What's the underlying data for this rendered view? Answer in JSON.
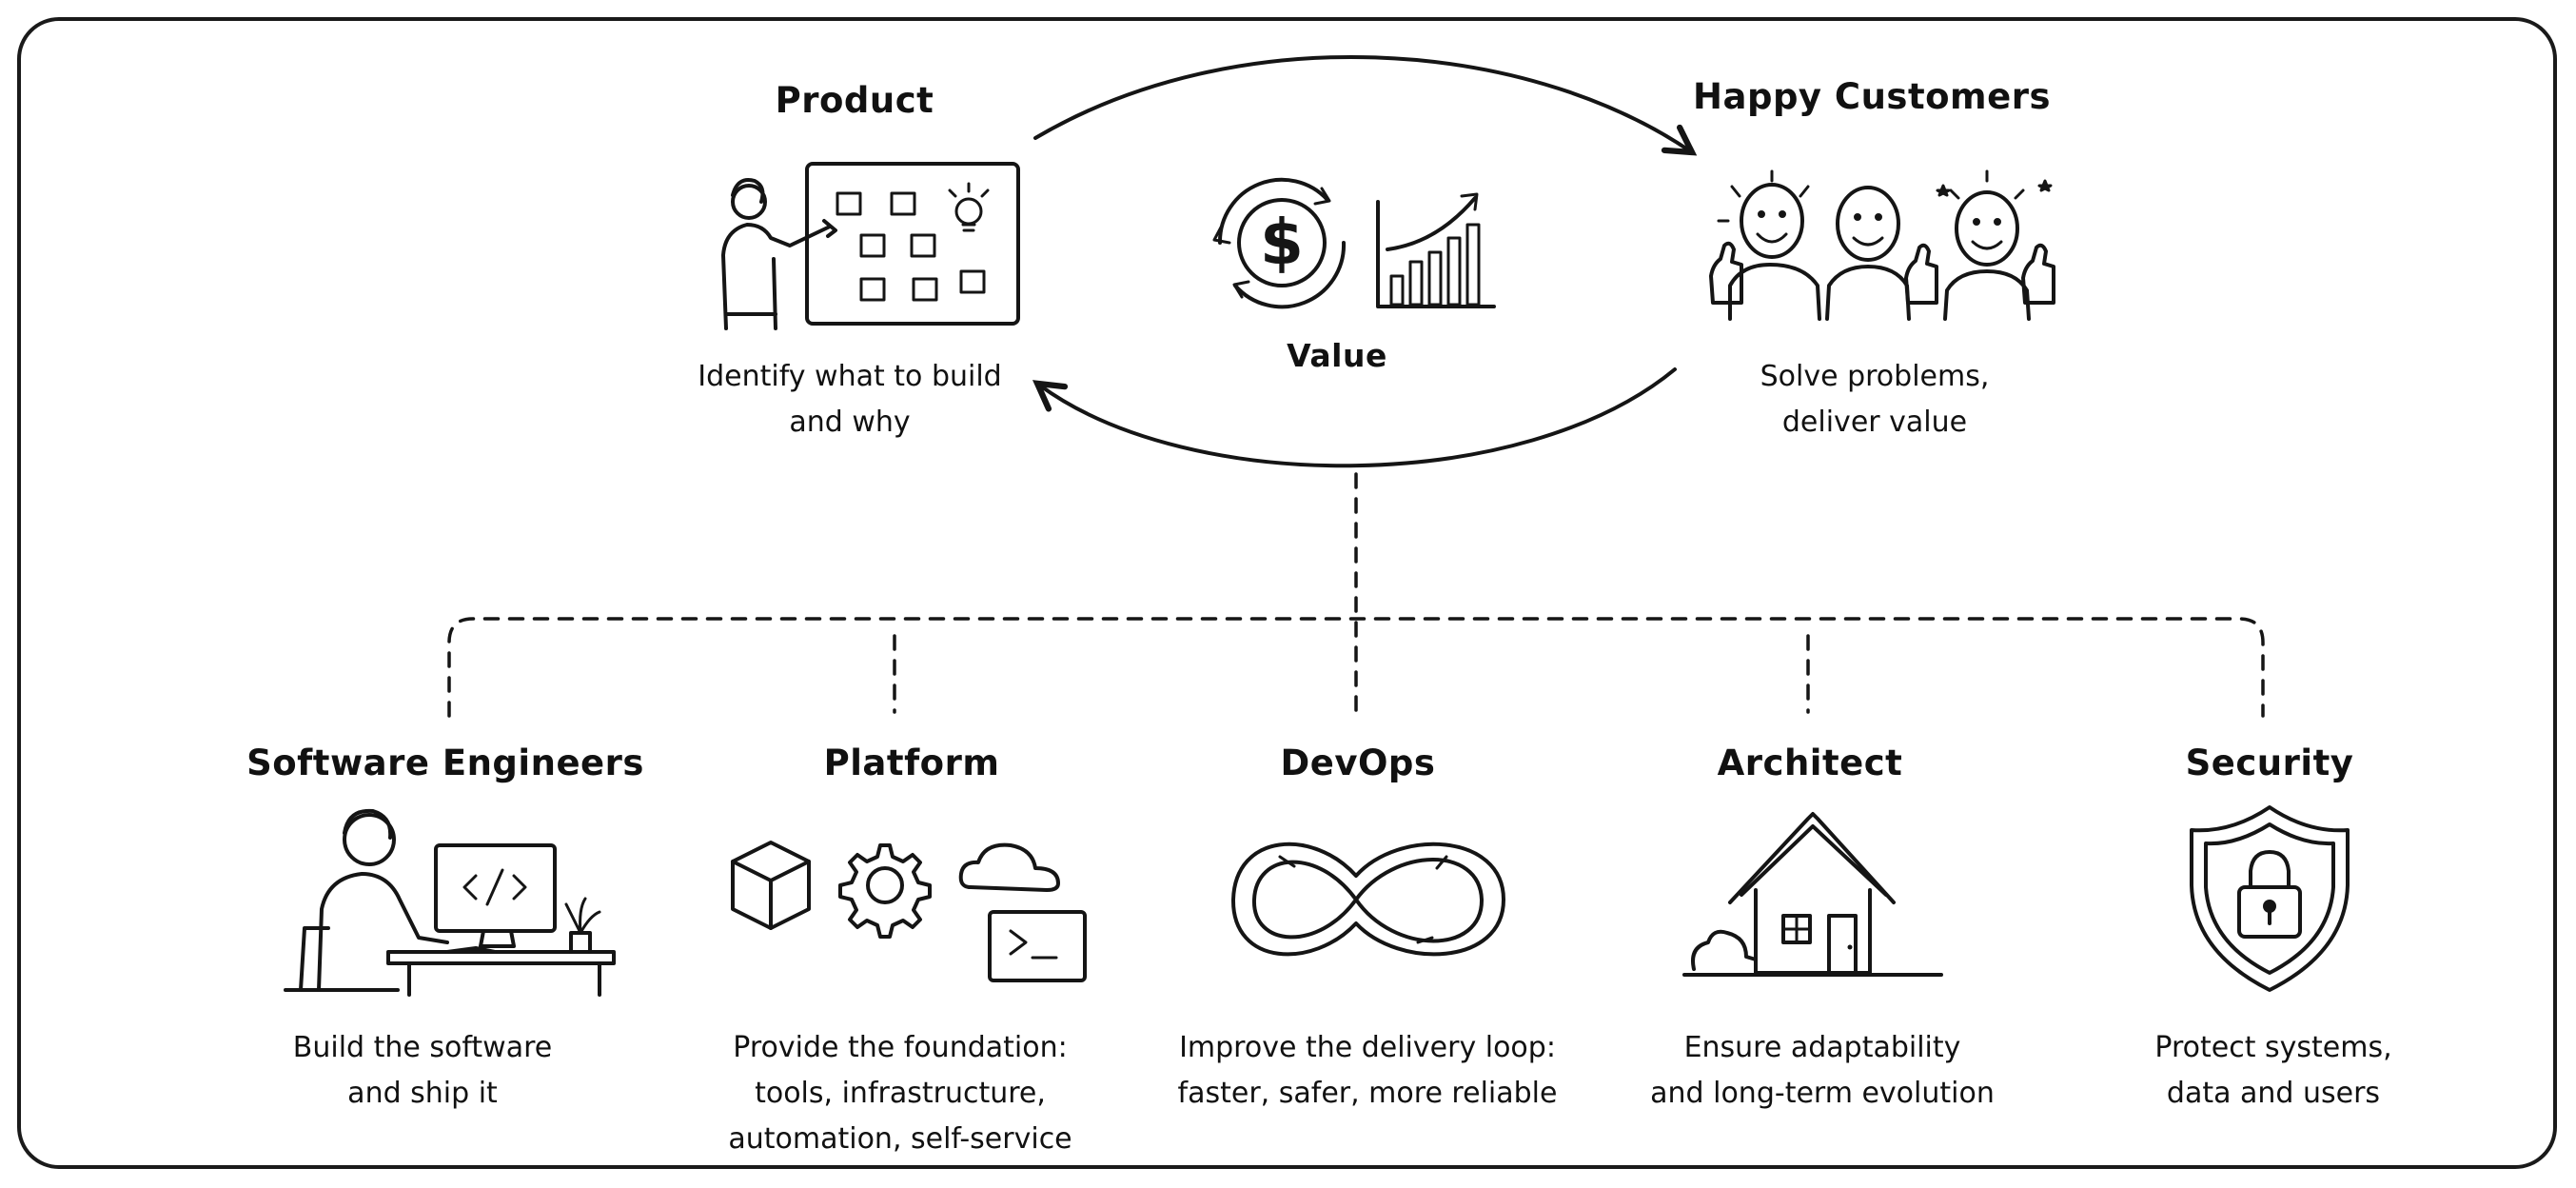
{
  "top": {
    "product": {
      "title": "Product",
      "lines": [
        "Identify what to build",
        "and why"
      ],
      "icon": "product-board-icon"
    },
    "value": {
      "title": "Value",
      "icons": [
        "dollar-cycle-icon",
        "growth-chart-icon"
      ]
    },
    "customers": {
      "title": "Happy Customers",
      "lines": [
        "Solve problems,",
        "deliver value"
      ],
      "icon": "happy-customers-icon"
    }
  },
  "roles": [
    {
      "title": "Software Engineers",
      "lines": [
        "Build the software",
        "and ship it"
      ],
      "icon": "engineer-at-computer-icon"
    },
    {
      "title": "Platform",
      "lines": [
        "Provide the foundation:",
        "tools, infrastructure,",
        "automation, self-service"
      ],
      "icon": "platform-tools-icon"
    },
    {
      "title": "DevOps",
      "lines": [
        "Improve the delivery loop:",
        "faster, safer, more reliable"
      ],
      "icon": "infinity-loop-icon"
    },
    {
      "title": "Architect",
      "lines": [
        "Ensure adaptability",
        "and long-term evolution"
      ],
      "icon": "house-icon"
    },
    {
      "title": "Security",
      "lines": [
        "Protect systems,",
        "data and users"
      ],
      "icon": "shield-lock-icon"
    }
  ]
}
